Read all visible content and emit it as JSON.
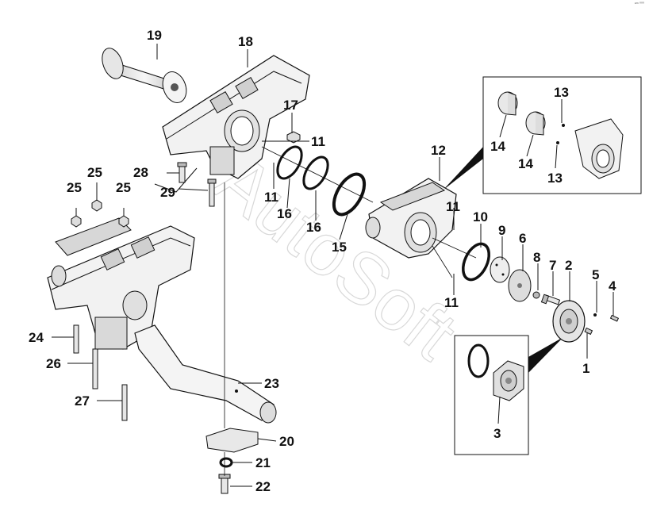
{
  "corner_mark": "ᵉᵐ ⁰⁰⁰",
  "watermark": "AutoSoft",
  "labels": {
    "l1": "1",
    "l2": "2",
    "l3": "3",
    "l4": "4",
    "l5": "5",
    "l6": "6",
    "l7": "7",
    "l8": "8",
    "l9": "9",
    "l10": "10",
    "l11a": "11",
    "l11b": "11",
    "l11c": "11",
    "l11d": "11",
    "l12": "12",
    "l13a": "13",
    "l13b": "13",
    "l14a": "14",
    "l14b": "14",
    "l15": "15",
    "l16a": "16",
    "l16b": "16",
    "l17": "17",
    "l18": "18",
    "l19": "19",
    "l20": "20",
    "l21": "21",
    "l22": "22",
    "l23": "23",
    "l24": "24",
    "l25a": "25",
    "l25b": "25",
    "l25c": "25",
    "l26": "26",
    "l27": "27",
    "l28": "28",
    "l29": "29"
  },
  "colors": {
    "line": "#111111",
    "part_fill": "#f2f2f2",
    "part_shade": "#d9d9d9",
    "watermark": "#e0e0e0"
  }
}
